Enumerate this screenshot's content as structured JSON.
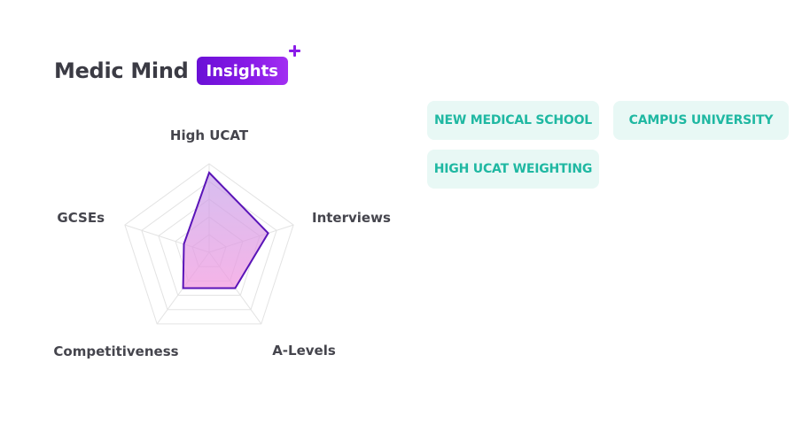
{
  "brand": {
    "name": "Medic Mind",
    "badge": "Insights",
    "badge_icon": "plus-icon",
    "accent": "#8a1be8"
  },
  "chart_data": {
    "type": "radar",
    "title": "",
    "axes": [
      "High UCAT",
      "Interviews",
      "A-Levels",
      "Competitiveness",
      "GCSEs"
    ],
    "rmax": 5,
    "grid_levels": 5,
    "series": [
      {
        "values": [
          4.5,
          3.5,
          2.5,
          2.5,
          1.5
        ],
        "color": "#5a14b8",
        "fill": "#e59ae6"
      }
    ]
  },
  "tags": [
    {
      "label": "NEW MEDICAL SCHOOL"
    },
    {
      "label": "CAMPUS UNIVERSITY"
    },
    {
      "label": "HIGH UCAT WEIGHTING"
    }
  ],
  "colors": {
    "tag_bg": "#e8f8f5",
    "tag_text": "#1fb8a2"
  }
}
